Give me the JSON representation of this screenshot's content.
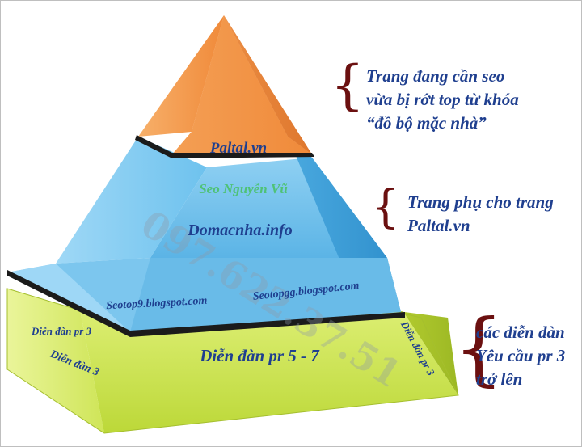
{
  "pyramid": {
    "top": {
      "label": "Paltal.vn"
    },
    "middle": {
      "watermark_name": "Seo Nguyễn Vũ",
      "label": "Domacnha.info",
      "sub_left": "Seotop9.blogspot.com",
      "sub_right": "Seotopgg.blogspot.com"
    },
    "bottom": {
      "label": "Diễn đàn pr 5 - 7",
      "left_top": "Diễn đàn pr 3",
      "left_bottom": "Diễn đàn 3",
      "right": "Diễn đàn pr 3"
    },
    "watermark_phone": "097.622.37.51"
  },
  "annotations": {
    "top": [
      "Trang đang cần seo",
      "vừa bị rớt top từ khóa",
      "“đồ bộ mặc nhà”"
    ],
    "middle": [
      "Trang phụ cho trang",
      "Paltal.vn"
    ],
    "bottom": [
      "các diễn dàn",
      "Yêu cầu pr 3",
      "trở lên"
    ]
  },
  "colors": {
    "orange": "#f0893a",
    "blue": "#5fb8e8",
    "lime": "#c8e04a",
    "label_blue": "#1f3f8f",
    "brace": "#6b1010"
  }
}
